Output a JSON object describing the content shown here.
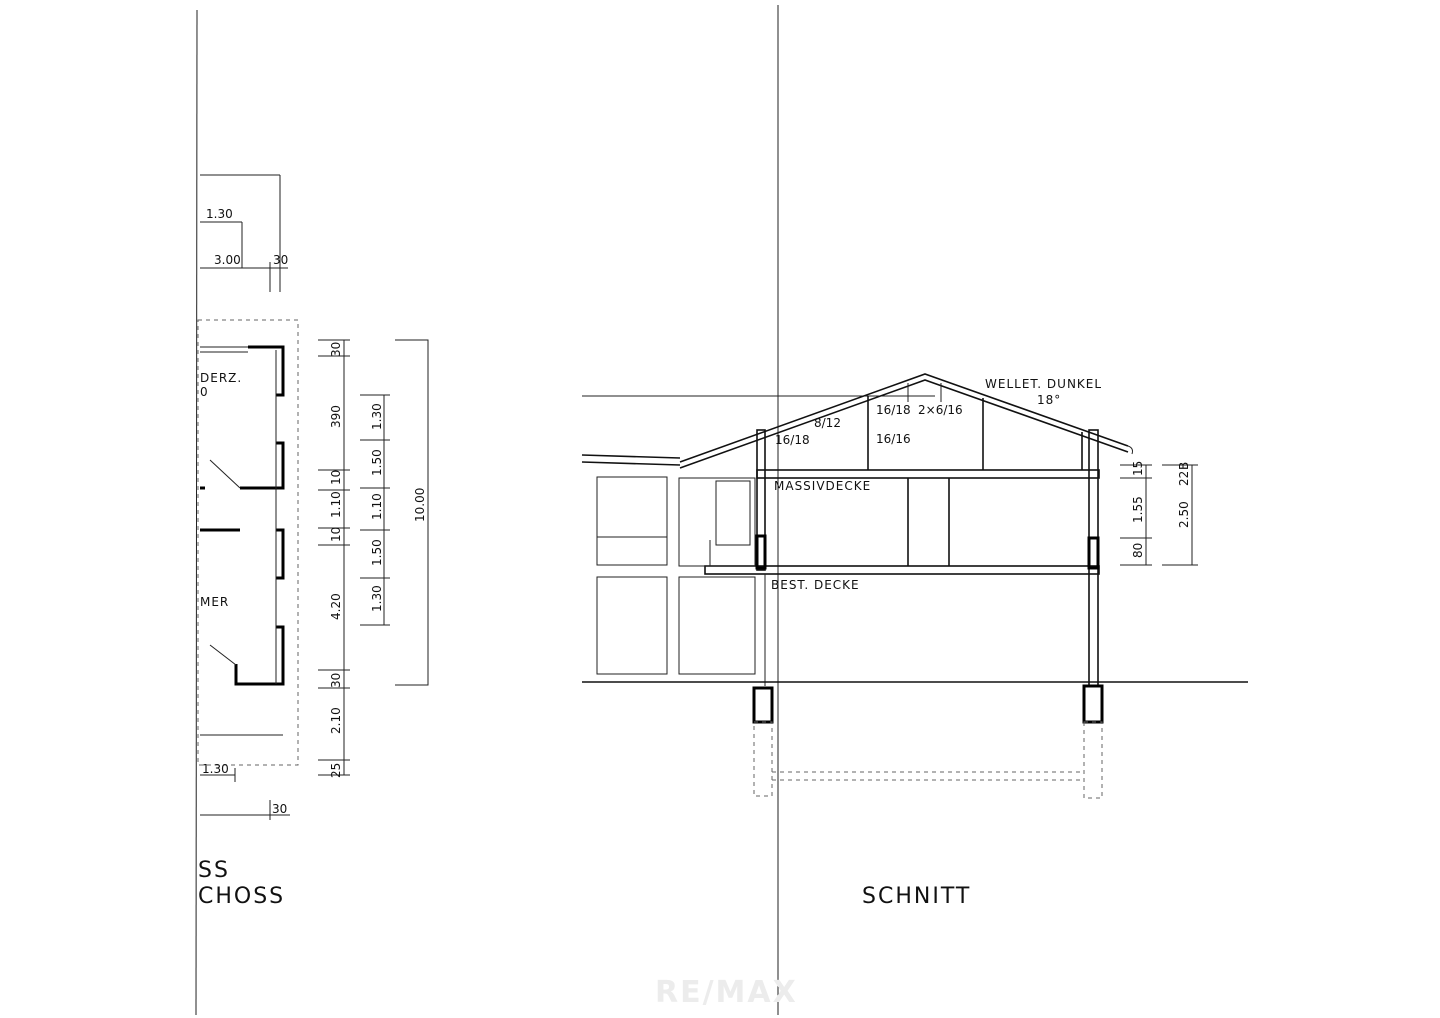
{
  "plan": {
    "dims_top": [
      "1.30",
      "3.00",
      "30"
    ],
    "dims_vertical_1": [
      "30",
      "390",
      "10",
      "1.10",
      "10",
      "4.20",
      "30",
      "2.10",
      "25"
    ],
    "dims_vertical_2": [
      "1.30",
      "1.50",
      "1.10",
      "1.50",
      "1.30"
    ],
    "dim_total": "10.00",
    "dims_bottom": [
      "1.30",
      "30"
    ],
    "room_labels": [
      "DERZ.",
      "0",
      "MER"
    ],
    "title_lines": [
      "SS",
      "CHOSS"
    ]
  },
  "section": {
    "roof_label": "WELLET. DUNKEL",
    "roof_angle": "18°",
    "timber_sizes": [
      "8/12",
      "16/18",
      "2×6/16",
      "16/18",
      "16/16"
    ],
    "floor_labels": [
      "MASSIVDECKE",
      "BEST. DECKE"
    ],
    "dims_right": [
      "15",
      "1.55",
      "80",
      "2.50",
      "22",
      "B"
    ],
    "title": "SCHNITT"
  },
  "watermark": "RE/MAX"
}
